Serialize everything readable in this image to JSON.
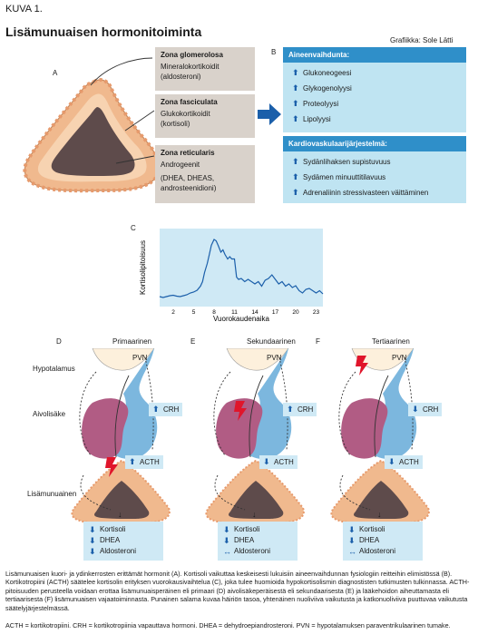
{
  "header": {
    "figure_label": "KUVA 1.",
    "title": "Lisämunuaisen hormonitoiminta",
    "credit": "Grafiikka: Sole Lätti"
  },
  "panel_letters": [
    "A",
    "B",
    "C",
    "D",
    "E",
    "F"
  ],
  "zones": [
    {
      "title": "Zona glomerolosa",
      "lines": [
        "Mineralokortikoidit",
        "(aldosteroni)"
      ]
    },
    {
      "title": "Zona fasciculata",
      "lines": [
        "Glukokortikoidit",
        "(kortisoli)"
      ]
    },
    {
      "title": "Zona reticularis",
      "lines": [
        "Androgeenit",
        "",
        "(DHEA, DHEAS,",
        "androsteenidioni)"
      ]
    }
  ],
  "metabolism": {
    "heading": "Aineenvaihdunta:",
    "items": [
      "Glukoneogeesi",
      "Glykogenolyysi",
      "Proteolyysi",
      "Lipolyysi"
    ]
  },
  "cardio": {
    "heading": "Kardiovaskulaarijärjestelmä:",
    "items": [
      "Sydänlihaksen supistuvuus",
      "Sydämen minuuttitilavuus",
      "Adrenaliinin stressivasteen väittäminen"
    ]
  },
  "chart_data": {
    "type": "line",
    "ylabel": "Kortisolipitoisuus",
    "xlabel": "Vuorokaudenaika",
    "xticks": [
      2,
      5,
      8,
      11,
      14,
      17,
      20,
      23
    ],
    "xlim": [
      0,
      24
    ],
    "ylim": [
      0,
      16
    ],
    "x": [
      0,
      0.5,
      1,
      1.5,
      2,
      2.5,
      3,
      3.5,
      4,
      4.5,
      5,
      5.5,
      6,
      6.3,
      6.6,
      7,
      7.3,
      7.6,
      8,
      8.3,
      8.6,
      9,
      9.3,
      9.6,
      10,
      10.3,
      10.6,
      11,
      11.3,
      11.6,
      12,
      12.5,
      13,
      13.5,
      14,
      14.5,
      15,
      15.5,
      16,
      16.5,
      17,
      17.5,
      18,
      18.5,
      19,
      19.5,
      20,
      20.5,
      21,
      21.5,
      22,
      22.5,
      23,
      23.5,
      24
    ],
    "y": [
      2.2,
      2.0,
      2.2,
      2.4,
      2.5,
      2.3,
      2.2,
      2.4,
      2.6,
      3.0,
      3.2,
      3.6,
      4.5,
      5.5,
      7.5,
      9.5,
      11.5,
      13.5,
      14.8,
      14.5,
      13.5,
      12.0,
      12.5,
      11.5,
      10.5,
      11.0,
      10.5,
      10.5,
      6.5,
      6.0,
      6.2,
      5.5,
      6.0,
      5.5,
      5.0,
      5.5,
      4.5,
      5.8,
      6.2,
      7.0,
      6.0,
      5.0,
      5.5,
      4.5,
      5.0,
      4.2,
      4.6,
      3.5,
      3.0,
      3.8,
      4.0,
      3.5,
      3.0,
      3.5,
      2.8
    ]
  },
  "labels": {
    "hypothalamus": "Hypotalamus",
    "pituitary": "Aivolisäke",
    "adrenal": "Lisämunuainen",
    "pvn": "PVN",
    "crh": "CRH",
    "acth": "ACTH"
  },
  "scenarios": [
    {
      "title": "Primaarinen",
      "crh": "up",
      "acth": "up",
      "outputs": [
        {
          "label": "Kortisoli",
          "dir": "down"
        },
        {
          "label": "DHEA",
          "dir": "down"
        },
        {
          "label": "Aldosteroni",
          "dir": "down"
        }
      ]
    },
    {
      "title": "Sekundaarinen",
      "crh": "up",
      "acth": "down",
      "outputs": [
        {
          "label": "Kortisoli",
          "dir": "down"
        },
        {
          "label": "DHEA",
          "dir": "down"
        },
        {
          "label": "Aldosteroni",
          "dir": "both"
        }
      ]
    },
    {
      "title": "Tertiaarinen",
      "crh": "down",
      "acth": "down",
      "outputs": [
        {
          "label": "Kortisoli",
          "dir": "down"
        },
        {
          "label": "DHEA",
          "dir": "down"
        },
        {
          "label": "Aldosteroni",
          "dir": "both"
        }
      ]
    }
  ],
  "caption": {
    "paragraph1": "Lisämunuaisen kuori- ja ydinkerrosten erittämät hormonit (A). Kortisoli vaikuttaa keskeisesti lukuisiin aineenvaihdunnan fysiologiin reitteihin elimistössä (B). Kortikotropiini (ACTH) säätelee kortisolin erityksen vuorokausivaihtelua (C), joka tulee huomioida hypokortisolismin diagnostisten tutkimusten tulkinnassa. ACTH-pitoisuuden perusteella voidaan erottaa lisämunuaisperäinen eli primaari (D) aivolisäkeperäisestä eli sekundaarisesta (E) ja lääkehoidon aiheuttamasta eli tertiaarisesta (F) lisämunuaisen vajaatoiminnasta. Punainen salama kuvaa häiriön tasoa, yhtenäinen nuoliviiva vaikutusta ja katkonuoliviiva puuttuvaa vaikutusta säätelyjärjestelmässä.",
    "paragraph2": "ACTH = kortikotropiini. CRH = kortikotropiinia vapauttava hormoni. DHEA = dehydroepiandrosteroni. PVN = hypotalamuksen paraventrikulaarinen tumake."
  },
  "colors": {
    "accent_blue": "#2f8fc9",
    "light_blue": "#bfe4f2",
    "zone_bg": "#d9d2cb",
    "pituitary_pink": "#b15c84",
    "pituitary_blue": "#7cb7de",
    "adrenal_outer": "#f0b98e",
    "adrenal_inner": "#5e4b4b",
    "lightning_red": "#e0152b",
    "arrow_blue": "#1b5faa"
  }
}
